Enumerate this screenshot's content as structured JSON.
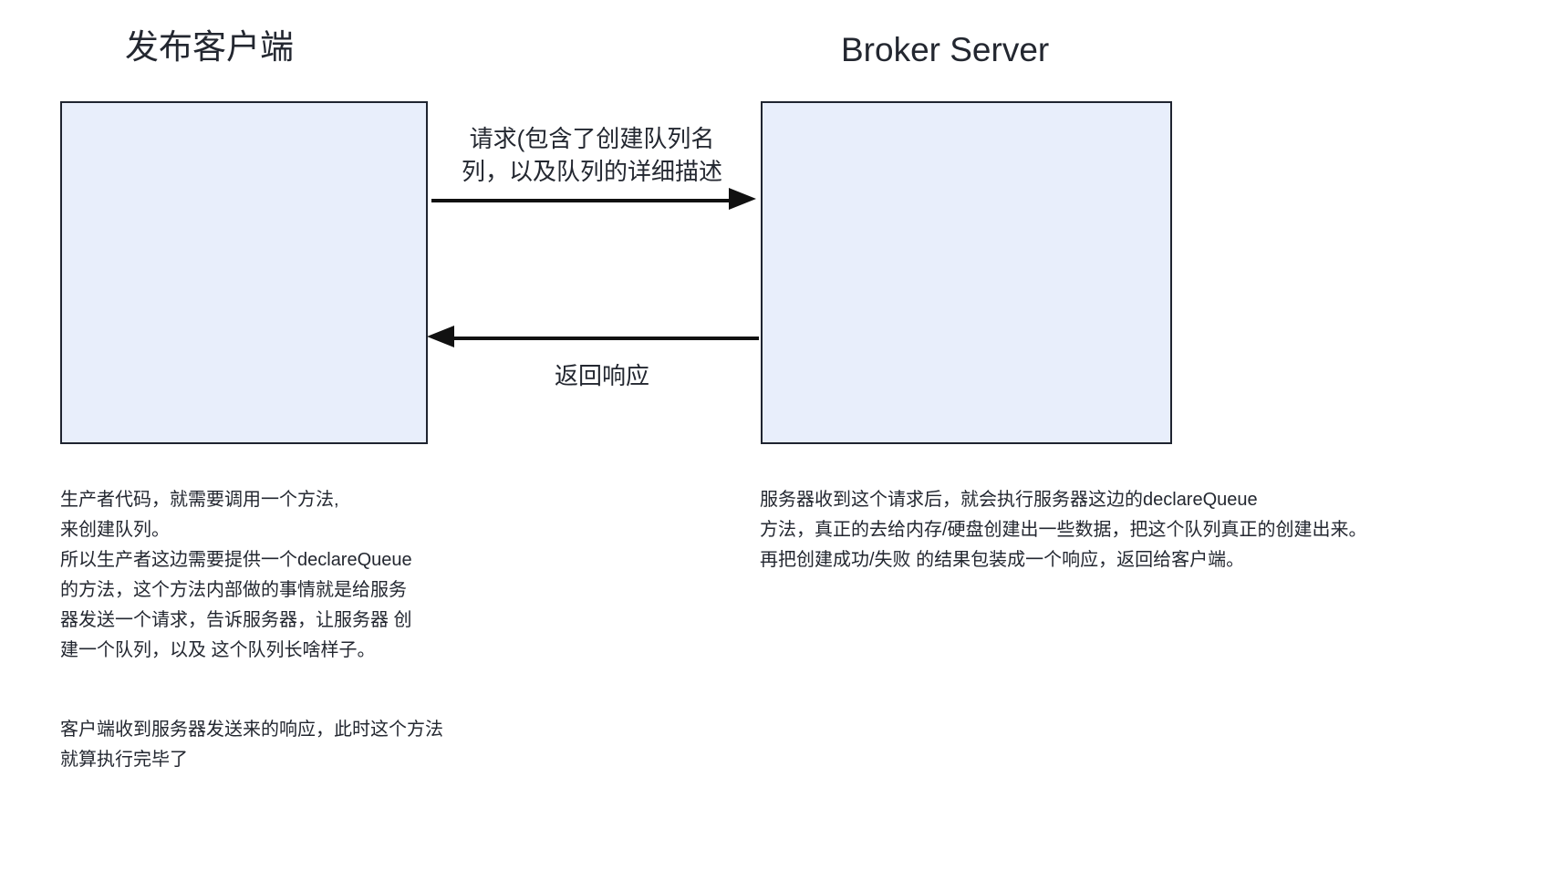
{
  "diagram": {
    "type": "sequence",
    "participants": [
      {
        "id": "publisher",
        "title": "发布客户端",
        "side": "left"
      },
      {
        "id": "broker",
        "title": "Broker Server",
        "side": "right"
      }
    ],
    "messages": [
      {
        "id": "request",
        "from": "publisher",
        "to": "broker",
        "direction": "left-to-right",
        "label": "请求(包含了创建队列名\n列，以及队列的详细描述"
      },
      {
        "id": "response",
        "from": "broker",
        "to": "publisher",
        "direction": "right-to-left",
        "label": "返回响应"
      }
    ],
    "notes": [
      {
        "id": "client-note-1",
        "attached_to": "publisher",
        "text": "生产者代码，就需要调用一个方法,\n来创建队列。\n所以生产者这边需要提供一个declareQueue\n的方法，这个方法内部做的事情就是给服务\n器发送一个请求，告诉服务器，让服务器 创\n建一个队列，以及 这个队列长啥样子。"
      },
      {
        "id": "client-note-2",
        "attached_to": "publisher",
        "text": "客户端收到服务器发送来的响应，此时这个方法\n就算执行完毕了"
      },
      {
        "id": "server-note-1",
        "attached_to": "broker",
        "text": "服务器收到这个请求后，就会执行服务器这边的declareQueue\n方法，真正的去给内存/硬盘创建出一些数据，把这个队列真正的创建出来。\n再把创建成功/失败 的结果包装成一个响应，返回给客户端。"
      }
    ],
    "colors": {
      "box_fill": "#e8eefb",
      "box_stroke": "#1f2430",
      "arrow": "#111111",
      "text": "#232730",
      "background": "#ffffff"
    }
  }
}
